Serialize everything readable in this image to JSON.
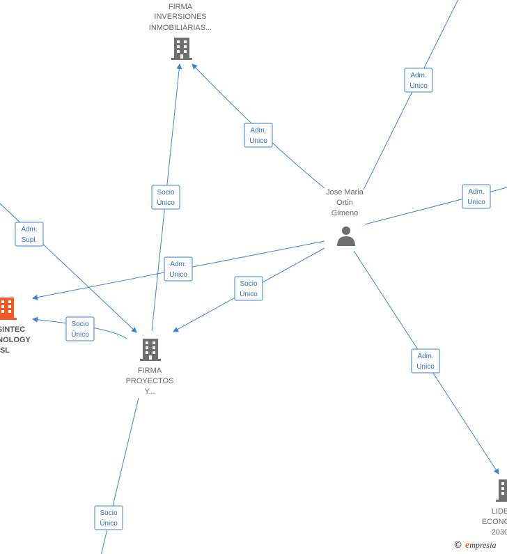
{
  "diagram": {
    "nodes": [
      {
        "id": "inversiones",
        "type": "company",
        "lines": [
          "FIRMA",
          "INVERSIONES",
          "INMOBILIARIAS..."
        ]
      },
      {
        "id": "jose",
        "type": "person",
        "lines": [
          "Jose Maria",
          "Ortin",
          "Gimeno"
        ]
      },
      {
        "id": "proyectos",
        "type": "company",
        "lines": [
          "FIRMA",
          "PROYECTOS",
          "Y..."
        ]
      },
      {
        "id": "sintec",
        "type": "company",
        "highlight": true,
        "lines": [
          "SINTEC",
          "NOLOGY",
          "SL"
        ]
      },
      {
        "id": "lider",
        "type": "company",
        "lines": [
          "LIDE",
          "ECONO",
          "2030"
        ]
      }
    ],
    "edges": [
      {
        "id": "e-jose-inversiones",
        "lines": [
          "Adm.",
          "Unico"
        ]
      },
      {
        "id": "e-proyectos-inversiones",
        "lines": [
          "Socio",
          "Único"
        ]
      },
      {
        "id": "e-jose-topright",
        "lines": [
          "Adm.",
          "Unico"
        ]
      },
      {
        "id": "e-jose-right",
        "lines": [
          "Adm.",
          "Unico"
        ]
      },
      {
        "id": "e-topleft-proyectos",
        "lines": [
          "Adm.",
          "Supl."
        ]
      },
      {
        "id": "e-jose-sintec",
        "lines": [
          "Adm.",
          "Unico"
        ]
      },
      {
        "id": "e-jose-proyectos",
        "lines": [
          "Socio",
          "Único"
        ]
      },
      {
        "id": "e-proyectos-sintec",
        "lines": [
          "Socio",
          "Único"
        ]
      },
      {
        "id": "e-jose-lider",
        "lines": [
          "Adm.",
          "Unico"
        ]
      },
      {
        "id": "e-bottom-proyectos",
        "lines": [
          "Socio",
          "Único"
        ]
      }
    ]
  },
  "brand": {
    "copyright": "©",
    "initial": "e",
    "rest": "mpresia"
  },
  "colors": {
    "edge": "#3b82d4",
    "node": "#6f6f6f",
    "highlight": "#f05a28"
  }
}
